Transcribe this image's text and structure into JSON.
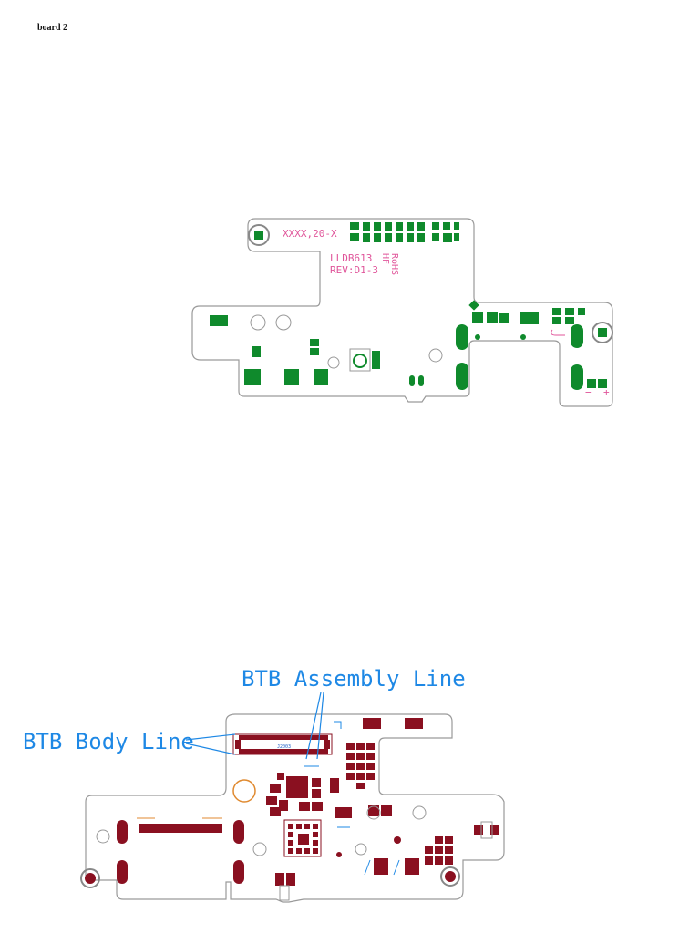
{
  "page": {
    "label": "board 2"
  },
  "top_board": {
    "silkscreen": {
      "part_code": "XXXX,20-X",
      "board_name": "LLDB613",
      "hf_mark": "HF",
      "rohs_mark": "RoHS",
      "revision": "REV:D1-3",
      "minus_mark": "−",
      "plus_mark": "+"
    },
    "colors": {
      "outline": "#9a9a9a",
      "pad": "#0f8a2c",
      "silk": "#e0559a",
      "hole": "#ffffff"
    }
  },
  "bottom_board": {
    "callouts": {
      "assembly_line": "BTB Assembly Line",
      "body_line": "BTB Body Line"
    },
    "connector_ref": "J2003",
    "colors": {
      "outline": "#9a9a9a",
      "pad": "#8a1020",
      "callout": "#1e88e5",
      "ring": "#e08a30"
    }
  }
}
